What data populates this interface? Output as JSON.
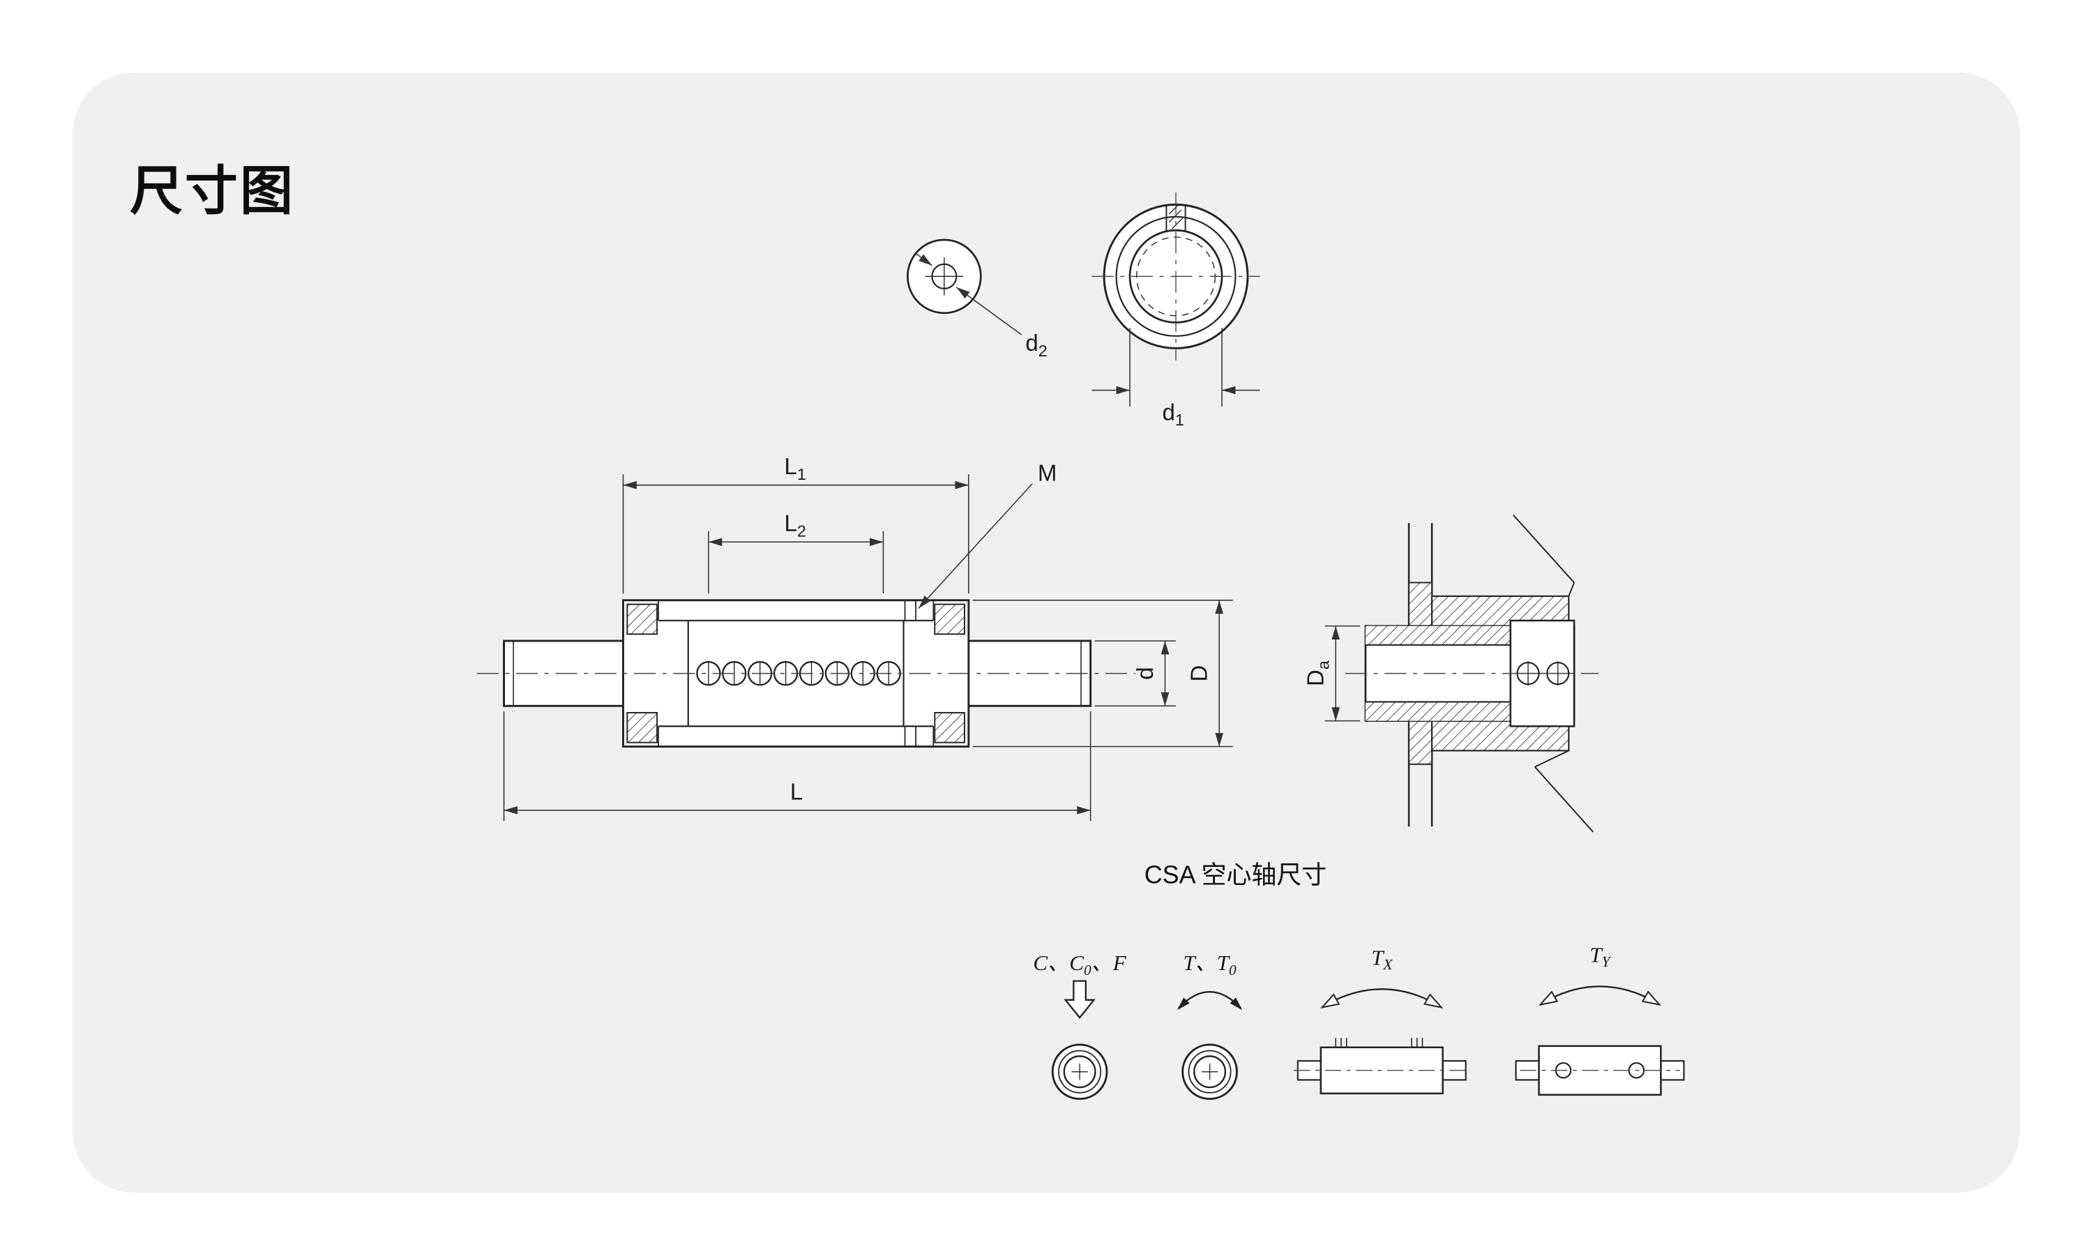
{
  "page": {
    "title": "尺寸图"
  },
  "diagram": {
    "caption_csa": "CSA 空心轴尺寸",
    "labels": {
      "d2": {
        "main": "d",
        "sub": "2"
      },
      "d1": {
        "main": "d",
        "sub": "1"
      },
      "L1": {
        "main": "L",
        "sub": "1"
      },
      "L2": {
        "main": "L",
        "sub": "2"
      },
      "M": "M",
      "L": "L",
      "d": "d",
      "D": "D",
      "Da": {
        "main": "D",
        "sub": "a"
      }
    },
    "load_labels": {
      "radial": {
        "pre": "C、C",
        "sub": "0",
        "post": "、F"
      },
      "torque": {
        "pre": "T、T",
        "sub": "0",
        "post": ""
      },
      "tx": {
        "pre": "T",
        "sub": "X",
        "post": ""
      },
      "ty": {
        "pre": "T",
        "sub": "Y",
        "post": ""
      }
    }
  }
}
